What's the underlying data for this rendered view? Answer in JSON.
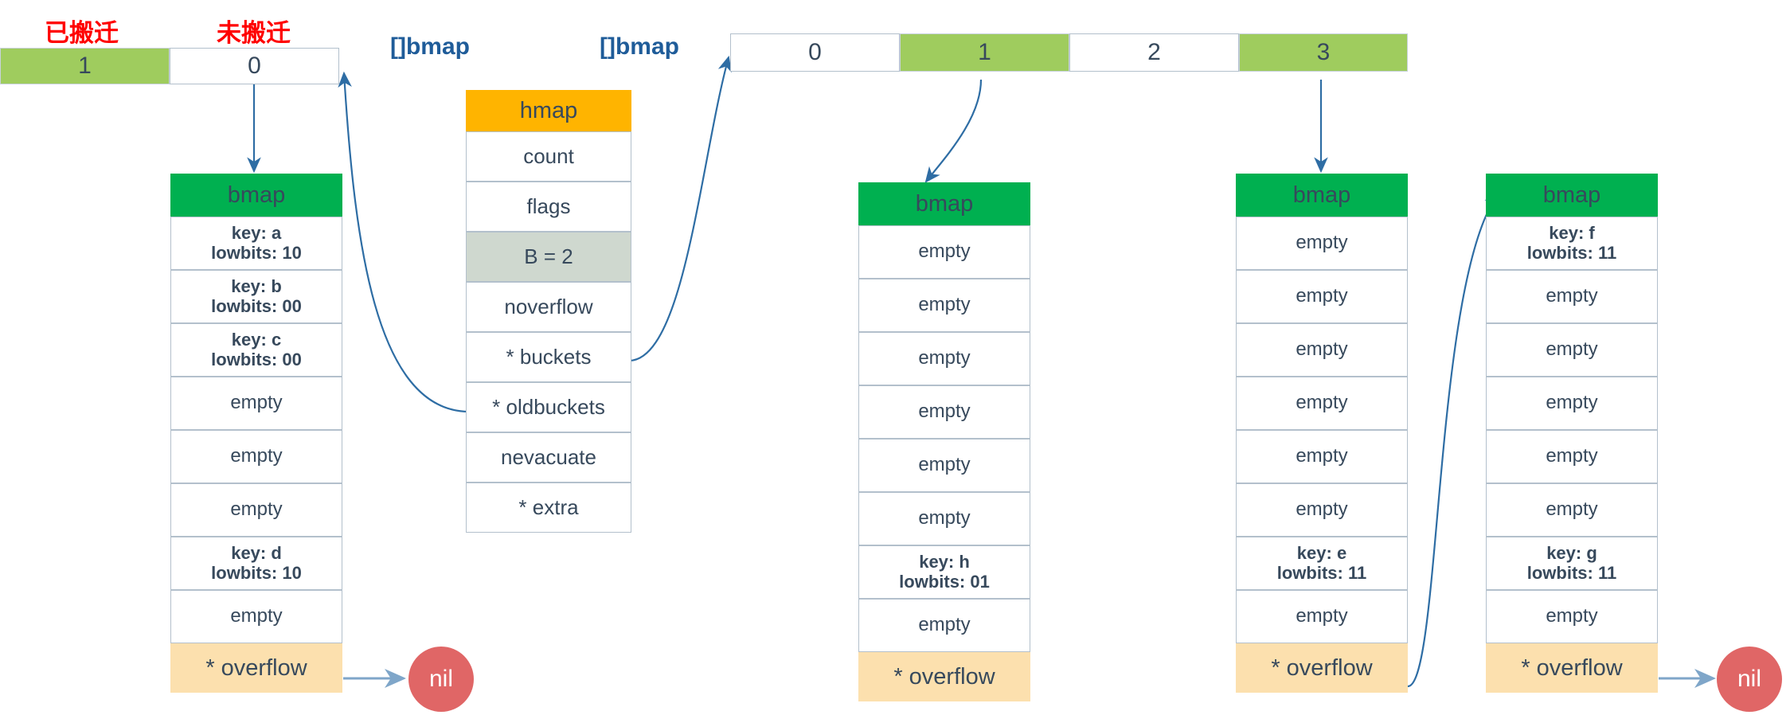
{
  "diagram": {
    "title": "Go map hmap / bmap evacuation diagram",
    "colors": {
      "evacuated_green": "#9fcc5e",
      "bmap_header_green": "#00b050",
      "hmap_header_orange": "#ffb400",
      "highlight_gray": "#cfd8cf",
      "overflow_tan": "#fce0ae",
      "nil_red": "#e06666",
      "arrow_blue": "#2e6da4",
      "label_red": "#ff0000",
      "label_blue": "#1f5c99",
      "text": "#37495c",
      "border": "#b3c0cc"
    }
  },
  "labels": {
    "evacuated": "已搬迁",
    "not_evacuated": "未搬迁",
    "oldbuckets_type": "[]bmap",
    "buckets_type": "[]bmap"
  },
  "oldbuckets": {
    "name": "oldbuckets",
    "cells": [
      {
        "index": "1",
        "state": "evacuated"
      },
      {
        "index": "0",
        "state": "not-evacuated"
      }
    ]
  },
  "buckets": {
    "name": "buckets",
    "cells": [
      {
        "index": "0",
        "state": "not-evacuated"
      },
      {
        "index": "1",
        "state": "evacuated"
      },
      {
        "index": "2",
        "state": "not-evacuated"
      },
      {
        "index": "3",
        "state": "evacuated"
      }
    ]
  },
  "hmap": {
    "header": "hmap",
    "fields": [
      {
        "label": "count",
        "highlight": false
      },
      {
        "label": "flags",
        "highlight": false
      },
      {
        "label": "B = 2",
        "highlight": true
      },
      {
        "label": "noverflow",
        "highlight": false
      },
      {
        "label": "* buckets",
        "highlight": false
      },
      {
        "label": "* oldbuckets",
        "highlight": false
      },
      {
        "label": "nevacuate",
        "highlight": false
      },
      {
        "label": "* extra",
        "highlight": false
      }
    ]
  },
  "bmaps": [
    {
      "id": "bmap-old-0",
      "header": "bmap",
      "slots": [
        "key: a\nlowbits: 10",
        "key: b\nlowbits: 00",
        "key: c\nlowbits: 00",
        "empty",
        "empty",
        "empty",
        "key: d\nlowbits: 10",
        "empty"
      ],
      "overflow_label": "* overflow",
      "overflow_target": "nil"
    },
    {
      "id": "bmap-new-1",
      "header": "bmap",
      "slots": [
        "empty",
        "empty",
        "empty",
        "empty",
        "empty",
        "empty",
        "key: h\nlowbits: 01",
        "empty"
      ],
      "overflow_label": "* overflow",
      "overflow_target": ""
    },
    {
      "id": "bmap-new-3",
      "header": "bmap",
      "slots": [
        "empty",
        "empty",
        "empty",
        "empty",
        "empty",
        "empty",
        "key: e\nlowbits: 11",
        "empty"
      ],
      "overflow_label": "* overflow",
      "overflow_target": "bmap-overflow-3"
    },
    {
      "id": "bmap-overflow-3",
      "header": "bmap",
      "slots": [
        "key: f\nlowbits: 11",
        "empty",
        "empty",
        "empty",
        "empty",
        "empty",
        "key: g\nlowbits: 11",
        "empty"
      ],
      "overflow_label": "* overflow",
      "overflow_target": "nil"
    }
  ],
  "nil_nodes": [
    {
      "label": "nil"
    },
    {
      "label": "nil"
    }
  ]
}
